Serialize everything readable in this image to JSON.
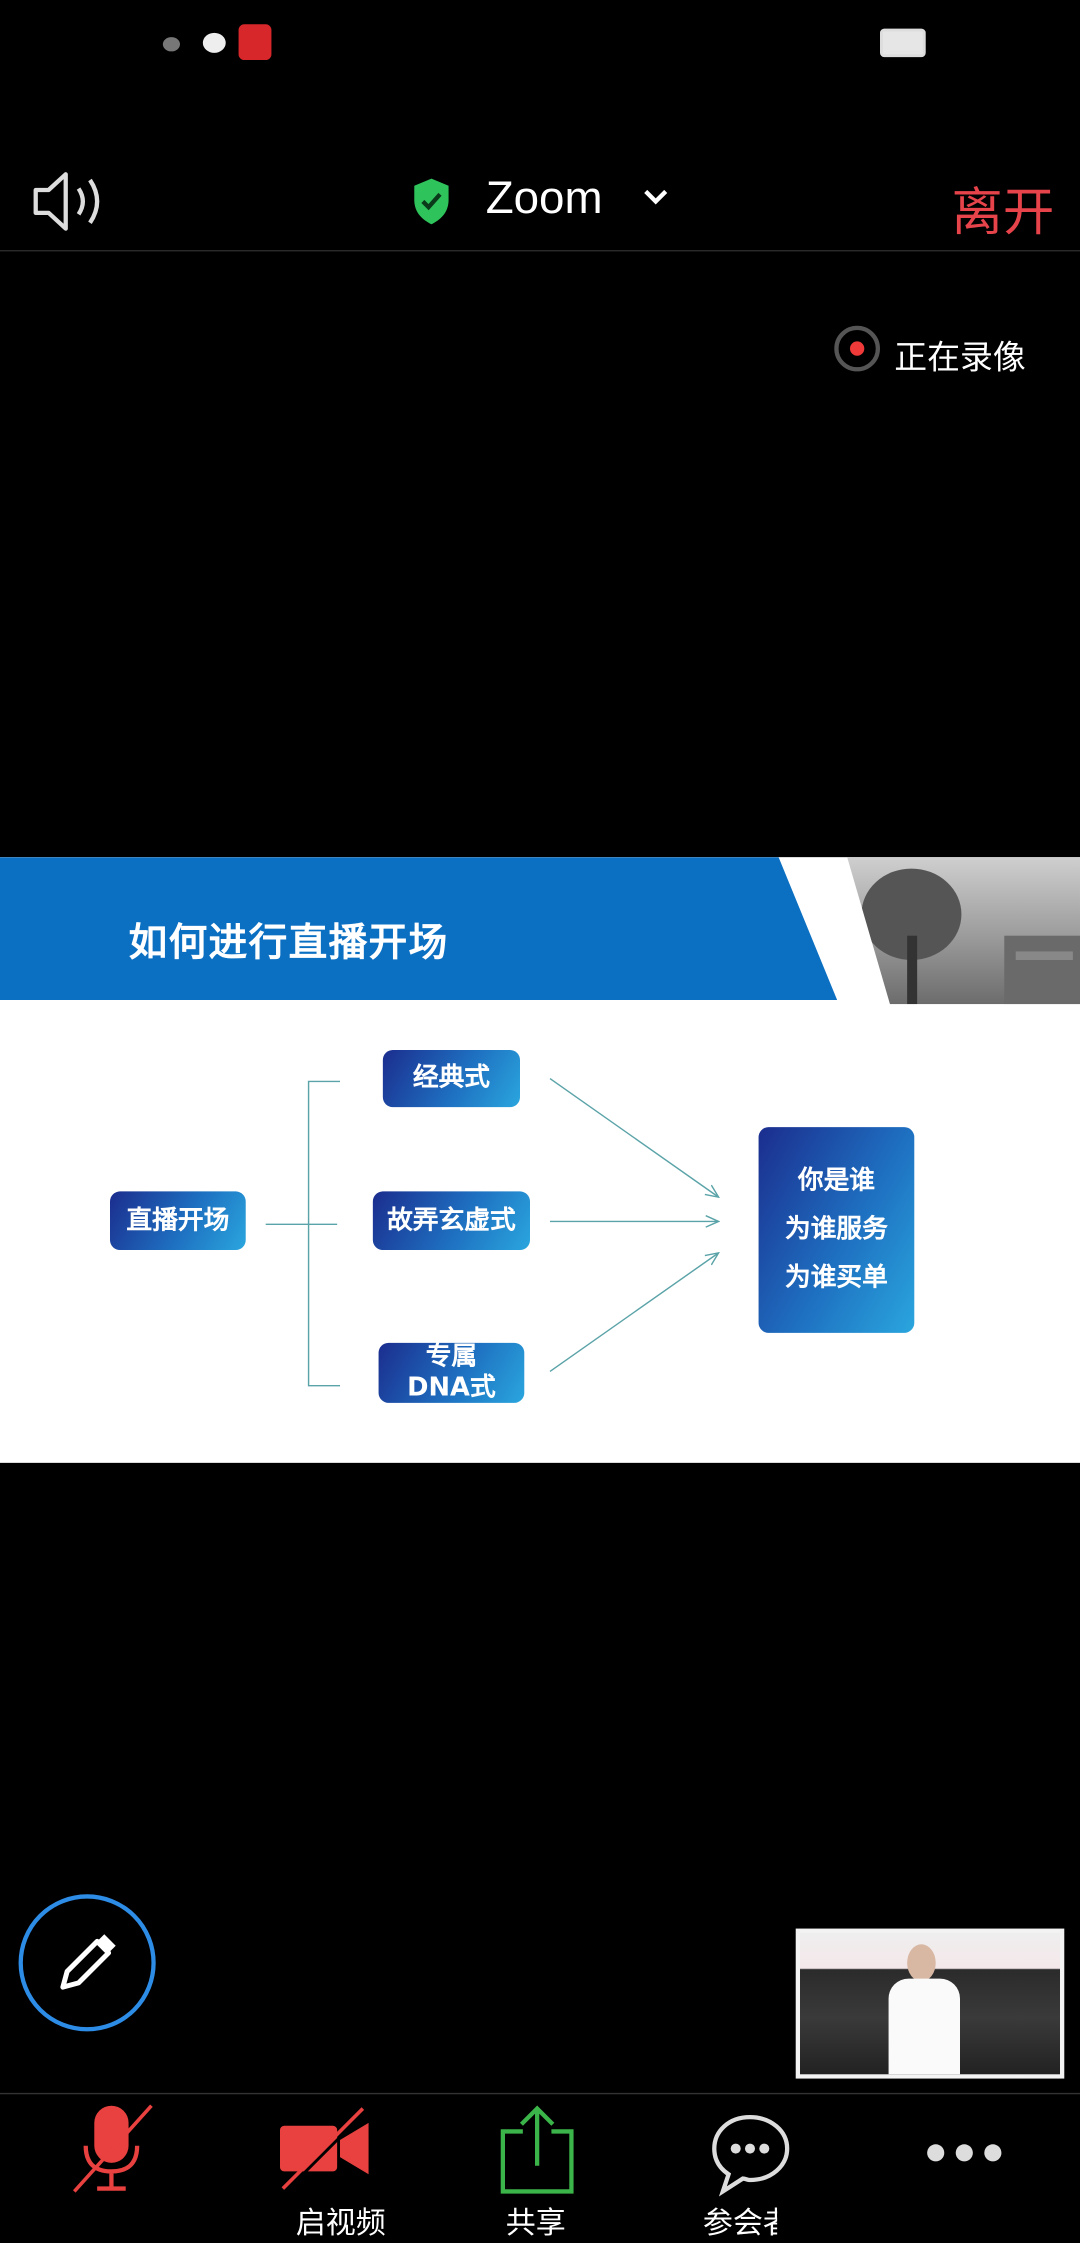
{
  "topbar": {
    "title": "Zoom",
    "leave_label": "离开"
  },
  "recording": {
    "label": "正在录像",
    "color": "#f03a3a"
  },
  "slide": {
    "title": "如何进行直播开场",
    "root": "直播开场",
    "branches": [
      "经典式",
      "故弄玄虚式",
      "专属DNA式"
    ],
    "target_lines": [
      "你是谁",
      "为谁服务",
      "为谁买单"
    ],
    "accent_color": "#0b6fc2"
  },
  "toolbar": {
    "video_label": "启视频",
    "share_label": "共享",
    "participants_label": "参会者",
    "muted_color": "#e8413f",
    "share_color": "#3bb54a"
  },
  "annotate_button_color": "#2d8ce6"
}
